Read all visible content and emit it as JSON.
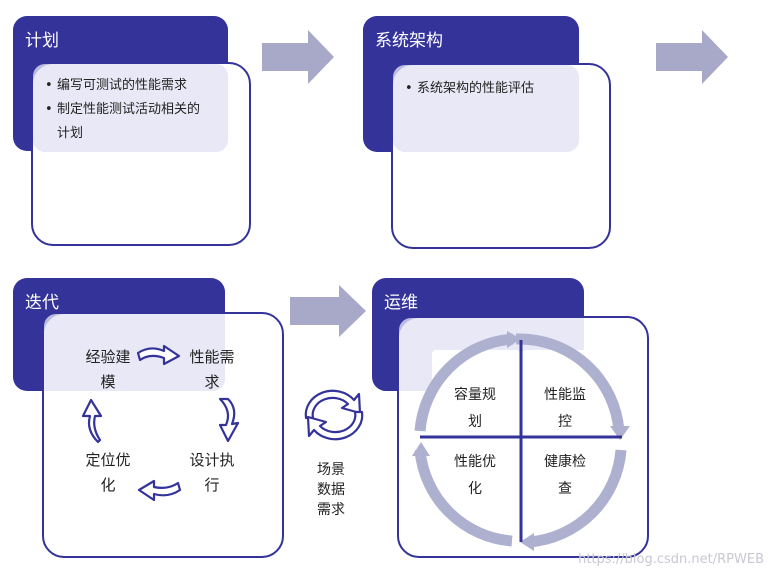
{
  "plan": {
    "title": "计划",
    "bullets": [
      "编写可测试的性能需求",
      "制定性能测试活动相关的\n计划"
    ]
  },
  "arch": {
    "title": "系统架构",
    "bullets": [
      "系统架构的性能评估"
    ]
  },
  "iter": {
    "title": "迭代",
    "nodes": {
      "model": "经验建\n模",
      "requirements": "性能需\n求",
      "design": "设计执\n行",
      "optimize": "定位优\n化"
    }
  },
  "scenario": {
    "label": "场景\n数据\n需求"
  },
  "ops": {
    "title": "运维",
    "quadrants": {
      "capacity": "容量规\n划",
      "monitor": "性能监\n控",
      "optimize": "性能优\n化",
      "health": "健康检\n查"
    }
  },
  "watermark": "https://blog.csdn.net/RPWEB",
  "colors": {
    "header": "#33339a",
    "lavender": "#e2e2f3",
    "arrow": "#a8a9c9",
    "ring": "#aeb0d0"
  }
}
